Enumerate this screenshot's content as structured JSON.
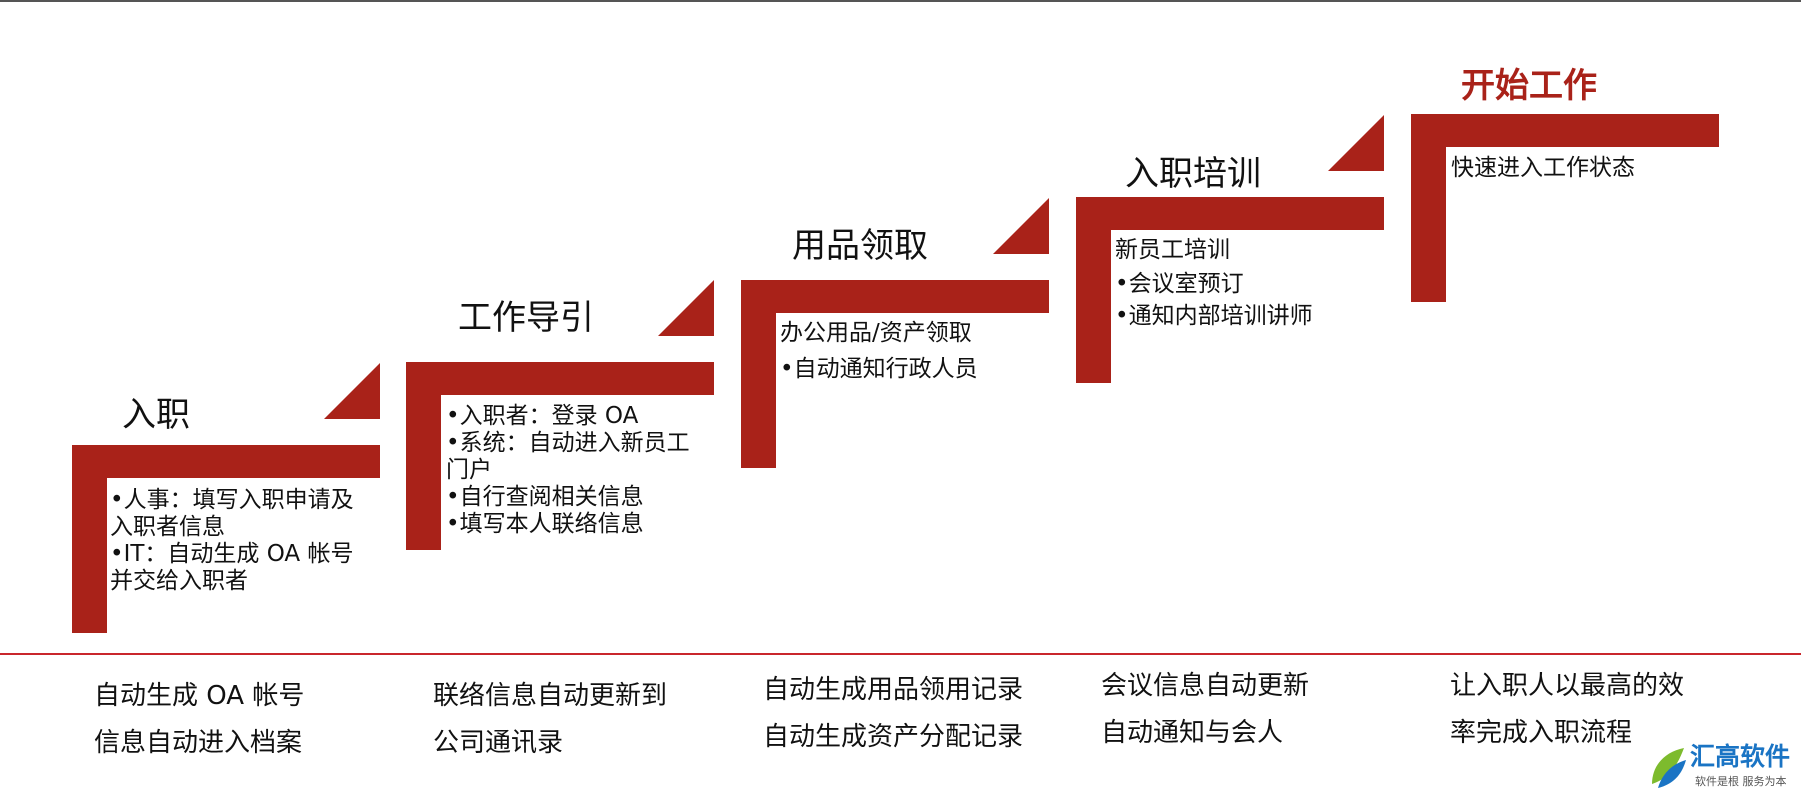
{
  "steps": [
    {
      "title": "入职",
      "items": [
        "•人事：填写入职申请及入职者信息",
        "•IT：自动生成 OA 帐号并交给入职者"
      ],
      "notes": [
        "自动生成 OA 帐号",
        "信息自动进入档案"
      ]
    },
    {
      "title": "工作导引",
      "items": [
        "•入职者：登录 OA",
        "•系统：自动进入新员工门户",
        "•自行查阅相关信息",
        "•填写本人联络信息"
      ],
      "notes": [
        "联络信息自动更新到",
        "公司通讯录"
      ]
    },
    {
      "title": "用品领取",
      "items": [
        "办公用品/资产领取",
        "•自动通知行政人员"
      ],
      "notes": [
        "自动生成用品领用记录",
        "自动生成资产分配记录"
      ]
    },
    {
      "title": "入职培训",
      "items": [
        "新员工培训",
        "•会议室预订",
        "•通知内部培训讲师"
      ],
      "notes": [
        "会议信息自动更新",
        "自动通知与会人"
      ]
    },
    {
      "title": "开始工作",
      "items": [
        "快速进入工作状态"
      ],
      "notes": [
        "让入职人以最高的效",
        "率完成入职流程"
      ]
    }
  ],
  "logo": {
    "name": "汇高软件",
    "slogan": "软件是根  服务为本",
    "icon": "leaf-logo-icon"
  },
  "colors": {
    "accent": "#a92219",
    "divider": "#c9262c",
    "logo_blue": "#1a74c4",
    "logo_green": "#7dbb2d"
  }
}
